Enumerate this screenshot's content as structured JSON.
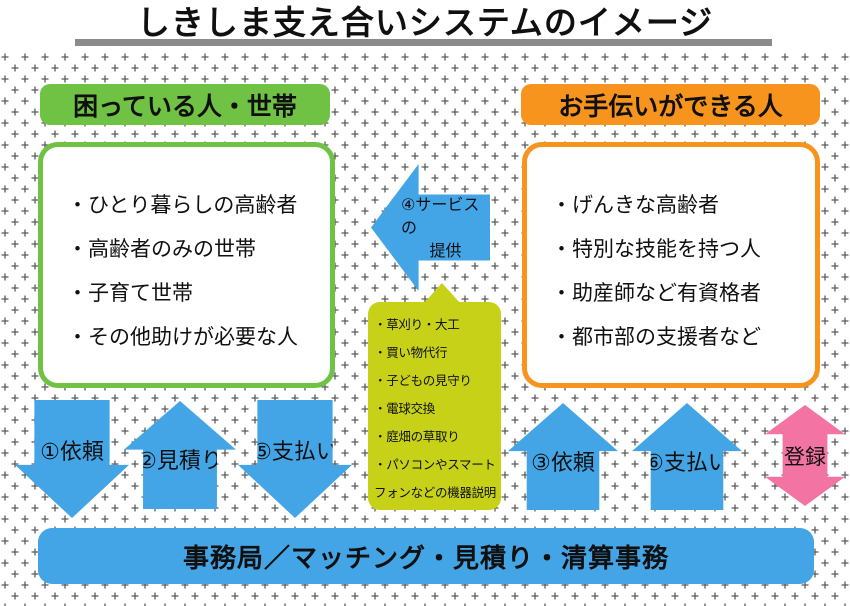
{
  "title": "しきしま支え合いシステムのイメージ",
  "left_group": {
    "header": "困っている人・世帯",
    "items": [
      "・ひとり暮らしの高齢者",
      "・高齢者のみの世帯",
      "・子育て世帯",
      "・その他助けが必要な人"
    ]
  },
  "right_group": {
    "header": "お手伝いができる人",
    "items": [
      "・げんきな高齢者",
      "・特別な技能を持つ人",
      "・助産師など有資格者",
      "・都市部の支援者など"
    ]
  },
  "service_arrow": {
    "label_line1": "④サービスの",
    "label_line2": "提供"
  },
  "services": {
    "items": [
      "・草刈り・大工",
      "・買い物代行",
      "・子どもの見守り",
      "・電球交換",
      "・庭畑の草取り",
      "・パソコンやスマートフォンなどの機器説明"
    ]
  },
  "flow_arrows": [
    {
      "label": "①依頼",
      "direction": "down",
      "color": "blue"
    },
    {
      "label": "②見積り",
      "direction": "up",
      "color": "blue"
    },
    {
      "label": "⑤支払い",
      "direction": "down",
      "color": "blue"
    },
    {
      "label": "③依頼",
      "direction": "up",
      "color": "blue"
    },
    {
      "label": "⑥支払い",
      "direction": "up",
      "color": "blue"
    },
    {
      "label": "登録",
      "direction": "both",
      "color": "pink"
    }
  ],
  "office_bar": {
    "label": "事務局／マッチング・見積り・清算事務"
  },
  "colors": {
    "blue": "#44a5e6",
    "green": "#6fc243",
    "orange": "#f7941d",
    "chartreuse": "#c6d118",
    "pink": "#f373a3",
    "underline": "#8b8b8b",
    "plus": "#5b5b5b"
  }
}
